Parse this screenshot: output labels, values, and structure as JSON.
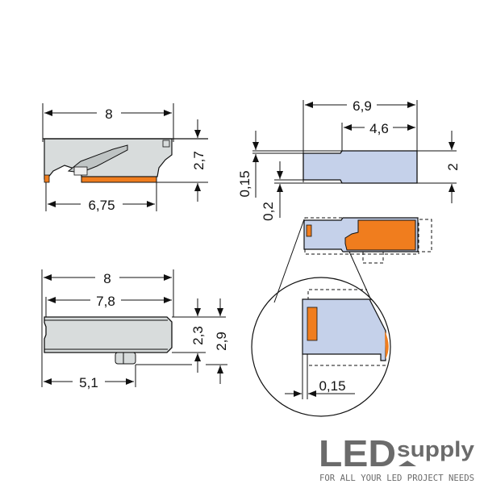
{
  "colors": {
    "body_gray": "#d8dcdc",
    "body_blue": "#c5d1ea",
    "orange": "#f07d1e",
    "line": "#111111",
    "logo": "#6b6b6b"
  },
  "side_view": {
    "width_total": "8",
    "height": "2,7",
    "bottom_length": "6,75"
  },
  "top_view": {
    "width_total": "6,9",
    "width_step": "4,6",
    "height": "2",
    "offset_top": "0,15",
    "offset_bottom": "0,2"
  },
  "front_view": {
    "width_total": "8",
    "width_inner": "7,8",
    "height_body": "2,3",
    "height_total": "2,9",
    "tab_position": "5,1"
  },
  "detail_view": {
    "offset": "0,15"
  },
  "logo": {
    "brand_led": "LED",
    "brand_supply": "supply",
    "tagline": "FOR ALL YOUR LED PROJECT NEEDS"
  }
}
